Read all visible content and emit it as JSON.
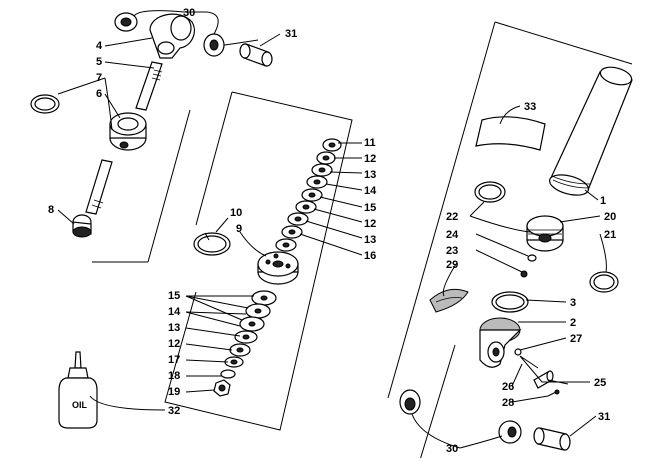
{
  "labels": {
    "l30a": "30",
    "l4": "4",
    "l31a": "31",
    "l5": "5",
    "l7": "7",
    "l6": "6",
    "l8": "8",
    "l11": "11",
    "l12a": "12",
    "l13a": "13",
    "l14a": "14",
    "l15a": "15",
    "l12b": "12",
    "l13b": "13",
    "l16": "16",
    "l10": "10",
    "l9": "9",
    "l15b": "15",
    "l14b": "14",
    "l13c": "13",
    "l12c": "12",
    "l17": "17",
    "l18": "18",
    "l19": "19",
    "l32": "32",
    "l33": "33",
    "l1": "1",
    "l22": "22",
    "l20": "20",
    "l24": "24",
    "l21": "21",
    "l23": "23",
    "l29": "29",
    "l3": "3",
    "l2": "2",
    "l27": "27",
    "l26": "26",
    "l25": "25",
    "l28": "28",
    "l30b": "30",
    "l31b": "31"
  },
  "bottle_text": "OIL"
}
